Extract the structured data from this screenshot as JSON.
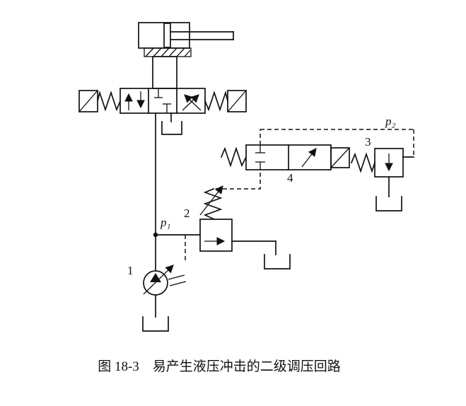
{
  "figure": {
    "caption": "图 18-3　易产生液压冲击的二级调压回路",
    "labels": {
      "pump": "1",
      "main_relief_valve": "2",
      "remote_relief_valve": "3",
      "pilot_solenoid_valve": "4",
      "pressure_p1": "p₁",
      "pressure_p2": "p₂"
    },
    "colors": {
      "ink": "#111111",
      "background": "#ffffff"
    }
  }
}
